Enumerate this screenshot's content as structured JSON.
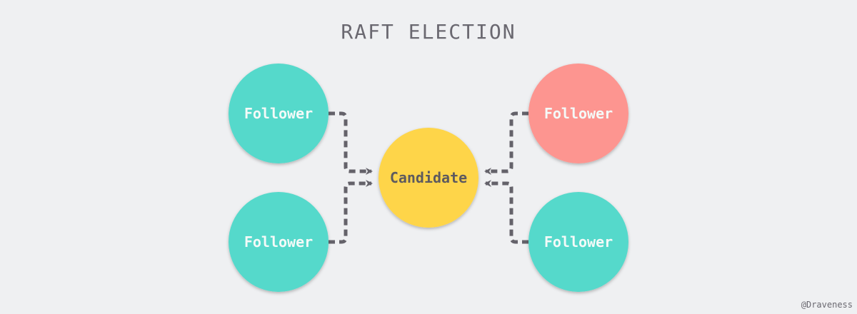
{
  "title": "RAFT ELECTION",
  "credit": "@Draveness",
  "colors": {
    "background": "#eff0f2",
    "follower": "#55d9cb",
    "follower_highlight": "#fd9590",
    "candidate": "#fed54a",
    "arrow": "#64626a",
    "light_text": "#f4faf8",
    "dark_text": "#5d5a5f"
  },
  "nodes": [
    {
      "id": "follower-top-left",
      "label": "Follower",
      "role": "follower"
    },
    {
      "id": "follower-bottom-left",
      "label": "Follower",
      "role": "follower"
    },
    {
      "id": "candidate",
      "label": "Candidate",
      "role": "candidate"
    },
    {
      "id": "follower-top-right",
      "label": "Follower",
      "role": "follower_highlight"
    },
    {
      "id": "follower-bottom-right",
      "label": "Follower",
      "role": "follower"
    }
  ],
  "edges": [
    {
      "from": "follower-top-left",
      "to": "candidate",
      "style": "dashed"
    },
    {
      "from": "follower-bottom-left",
      "to": "candidate",
      "style": "dashed"
    },
    {
      "from": "follower-top-right",
      "to": "candidate",
      "style": "dashed"
    },
    {
      "from": "follower-bottom-right",
      "to": "candidate",
      "style": "dashed"
    }
  ]
}
